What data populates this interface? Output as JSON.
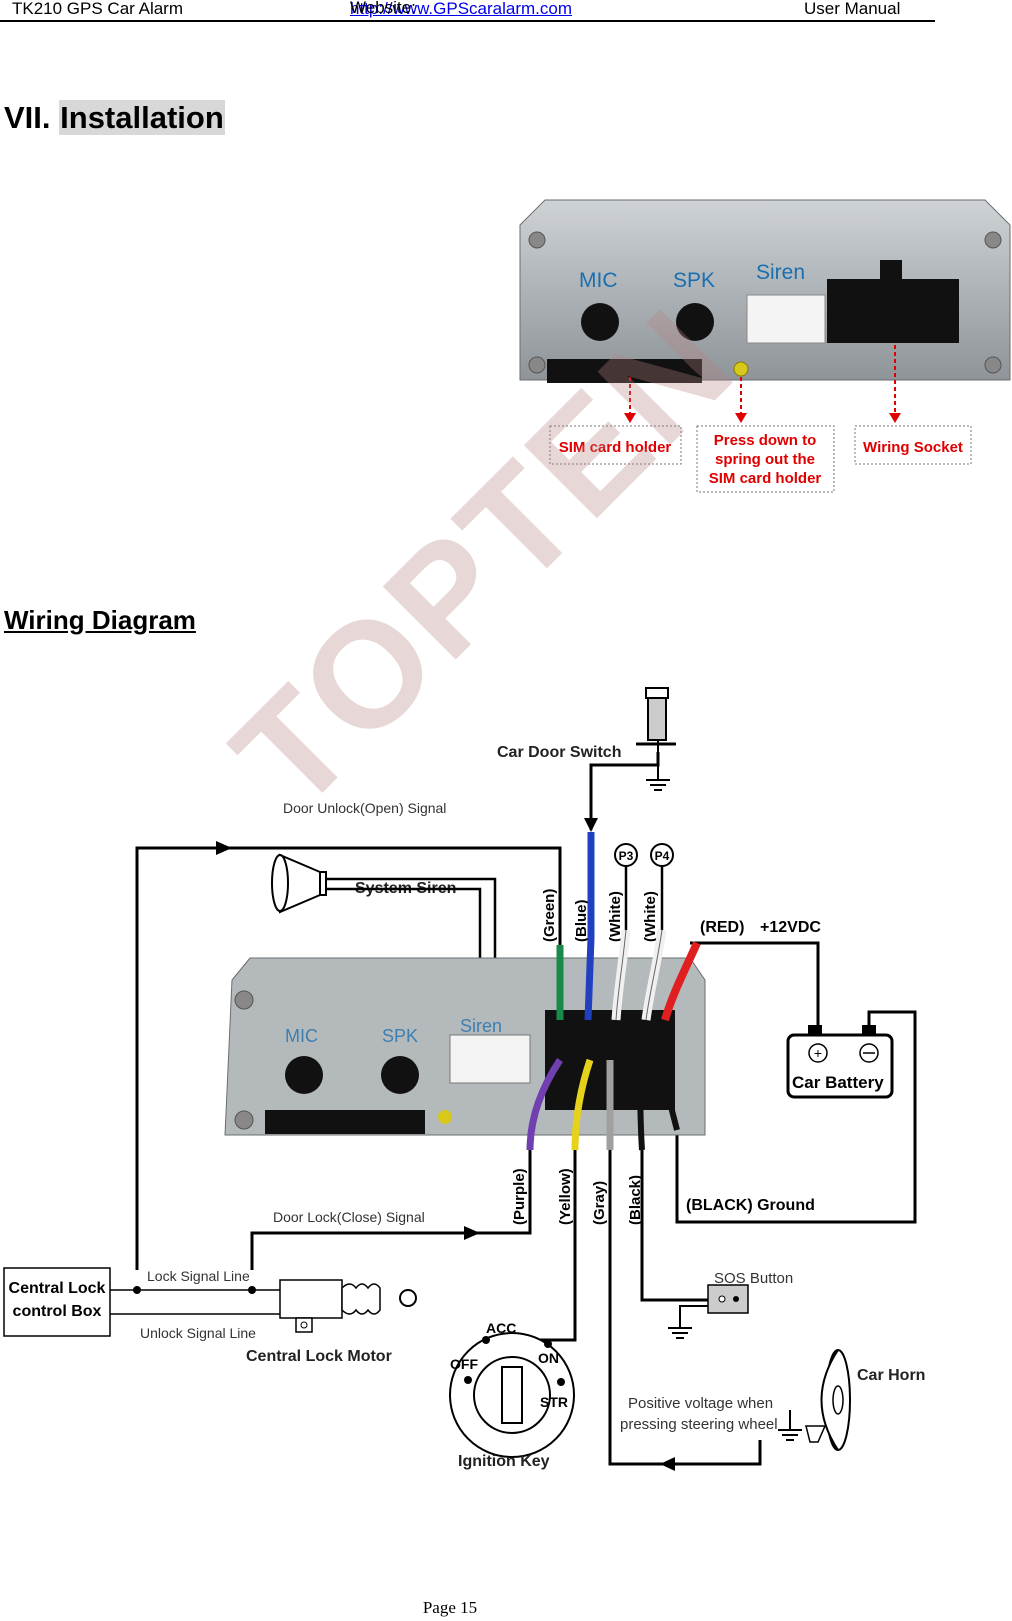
{
  "header": {
    "product": "TK210 GPS Car Alarm",
    "website_label": "Website:",
    "website_url": "http://www.GPScaralarm.com",
    "doc_type": "User Manual"
  },
  "section": {
    "number": "VII.",
    "title": "Installation"
  },
  "device_photo": {
    "port_labels": [
      "MIC",
      "SPK",
      "Siren"
    ],
    "callouts": {
      "sim_holder": "SIM card holder",
      "press_down": [
        "Press down to",
        "spring out the",
        "SIM card holder"
      ],
      "wiring_socket": "Wiring Socket"
    },
    "callout_color": "#e00000"
  },
  "wiring": {
    "heading": "Wiring Diagram",
    "car_door_switch": "Car Door Switch",
    "door_unlock_signal": "Door Unlock(Open) Signal",
    "system_siren": "System Siren",
    "wire_top": [
      "(Green)",
      "(Blue)",
      "(White)",
      "(White)"
    ],
    "pins": [
      "P3",
      "P4"
    ],
    "red_wire": "(RED)",
    "voltage": "+12VDC",
    "car_battery": "Car Battery",
    "device_ports": [
      "MIC",
      "SPK",
      "Siren"
    ],
    "wire_bottom": [
      "(Purple)",
      "(Yellow)",
      "(Gray)",
      "(Black)"
    ],
    "black_ground": "(BLACK)  Ground",
    "door_lock_signal": "Door Lock(Close) Signal",
    "central_lock_box": [
      "Central Lock",
      "control Box"
    ],
    "lock_signal_line": "Lock Signal Line",
    "unlock_signal_line": "Unlock Signal Line",
    "central_lock_motor": "Central Lock Motor",
    "sos_button": "SOS Button",
    "ignition_positions": [
      "ACC",
      "ON",
      "OFF",
      "STR"
    ],
    "ignition_key": "Ignition Key",
    "car_horn": "Car Horn",
    "horn_note": [
      "Positive voltage when",
      "pressing steering wheel"
    ]
  },
  "watermark": "TOPTEN",
  "page": "Page 15"
}
